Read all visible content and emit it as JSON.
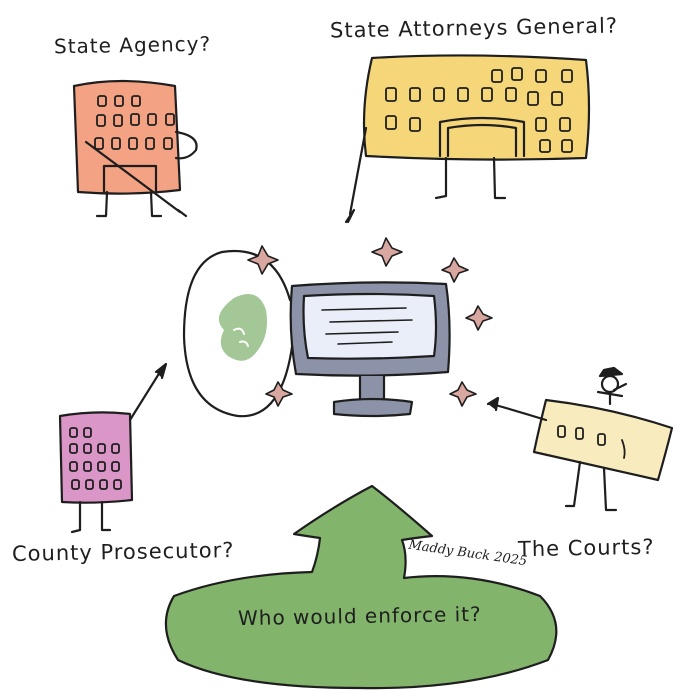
{
  "labels": {
    "state_agency": "State Agency?",
    "state_ag": "State Attorneys General?",
    "county_prosecutor": "County Prosecutor?",
    "the_courts": "The Courts?",
    "question": "Who would enforce it?",
    "signature": "Maddy Buck 2025"
  },
  "colors": {
    "agency_building": "#f3a283",
    "ag_building": "#f5d77a",
    "county_building": "#d996c6",
    "courts_building": "#f8ebbd",
    "monitor_frame": "#8c92a7",
    "monitor_screen": "#e9eef8",
    "leaf_blob": "#9fc491",
    "arrow_blob": "#82b46c",
    "sparkle": "#d8a7a0",
    "ink": "#1e1e1e"
  }
}
